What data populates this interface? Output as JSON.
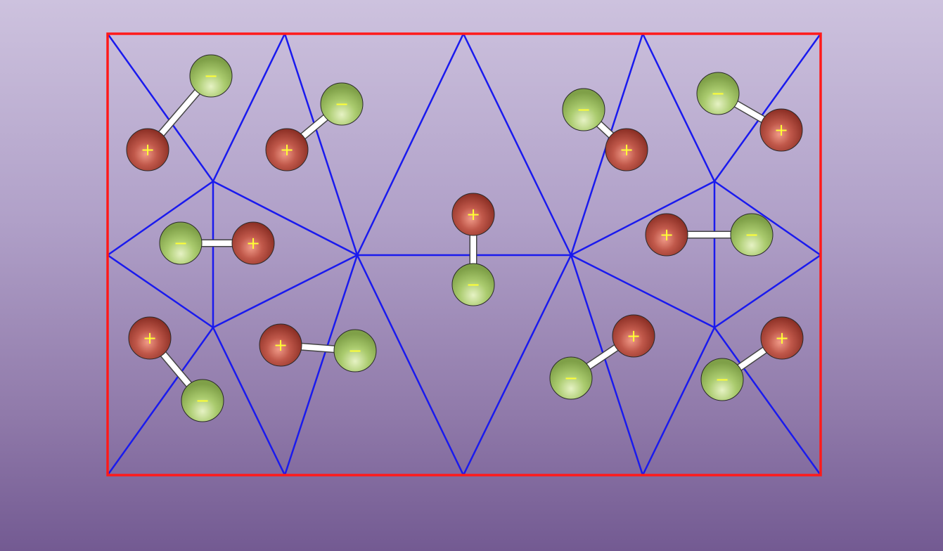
{
  "colors": {
    "border": "#ff1a1a",
    "mesh": "#1a1aee",
    "positive": "#b2483a",
    "negative": "#a6c46a",
    "sign": "#ffff33",
    "bond": "#ffffff"
  },
  "dipoles": [
    {
      "id": "d1",
      "positive_sign": "+",
      "negative_sign": "−"
    },
    {
      "id": "d2",
      "positive_sign": "+",
      "negative_sign": "−"
    },
    {
      "id": "d3",
      "positive_sign": "+",
      "negative_sign": "−"
    },
    {
      "id": "d4",
      "positive_sign": "+",
      "negative_sign": "−"
    },
    {
      "id": "d5",
      "positive_sign": "+",
      "negative_sign": "−"
    },
    {
      "id": "d6",
      "positive_sign": "+",
      "negative_sign": "−"
    },
    {
      "id": "d7",
      "positive_sign": "+",
      "negative_sign": "−"
    },
    {
      "id": "d8",
      "positive_sign": "+",
      "negative_sign": "−"
    },
    {
      "id": "d9",
      "positive_sign": "+",
      "negative_sign": "−"
    },
    {
      "id": "d10",
      "positive_sign": "+",
      "negative_sign": "−"
    },
    {
      "id": "d11",
      "positive_sign": "+",
      "negative_sign": "−"
    }
  ]
}
